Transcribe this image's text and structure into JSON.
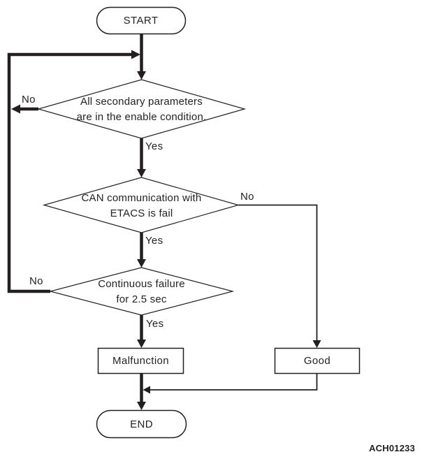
{
  "flowchart": {
    "nodes": {
      "start": {
        "label": "START"
      },
      "check_secondary": {
        "lines": [
          "All secondary parameters",
          "are in the enable condition."
        ]
      },
      "check_can": {
        "lines": [
          "CAN communication with",
          "ETACS is fail"
        ]
      },
      "check_continuous": {
        "lines": [
          "Continuous failure",
          "for 2.5 sec"
        ]
      },
      "malfunction": {
        "label": "Malfunction"
      },
      "good": {
        "label": "Good"
      },
      "end": {
        "label": "END"
      }
    },
    "branch_labels": {
      "check_secondary_no": "No",
      "check_secondary_yes": "Yes",
      "check_can_no": "No",
      "check_can_yes": "Yes",
      "check_continuous_no": "No",
      "check_continuous_yes": "Yes"
    },
    "figure_code": "ACH01233",
    "colors": {
      "line": "#231f20",
      "background": "#ffffff"
    }
  }
}
